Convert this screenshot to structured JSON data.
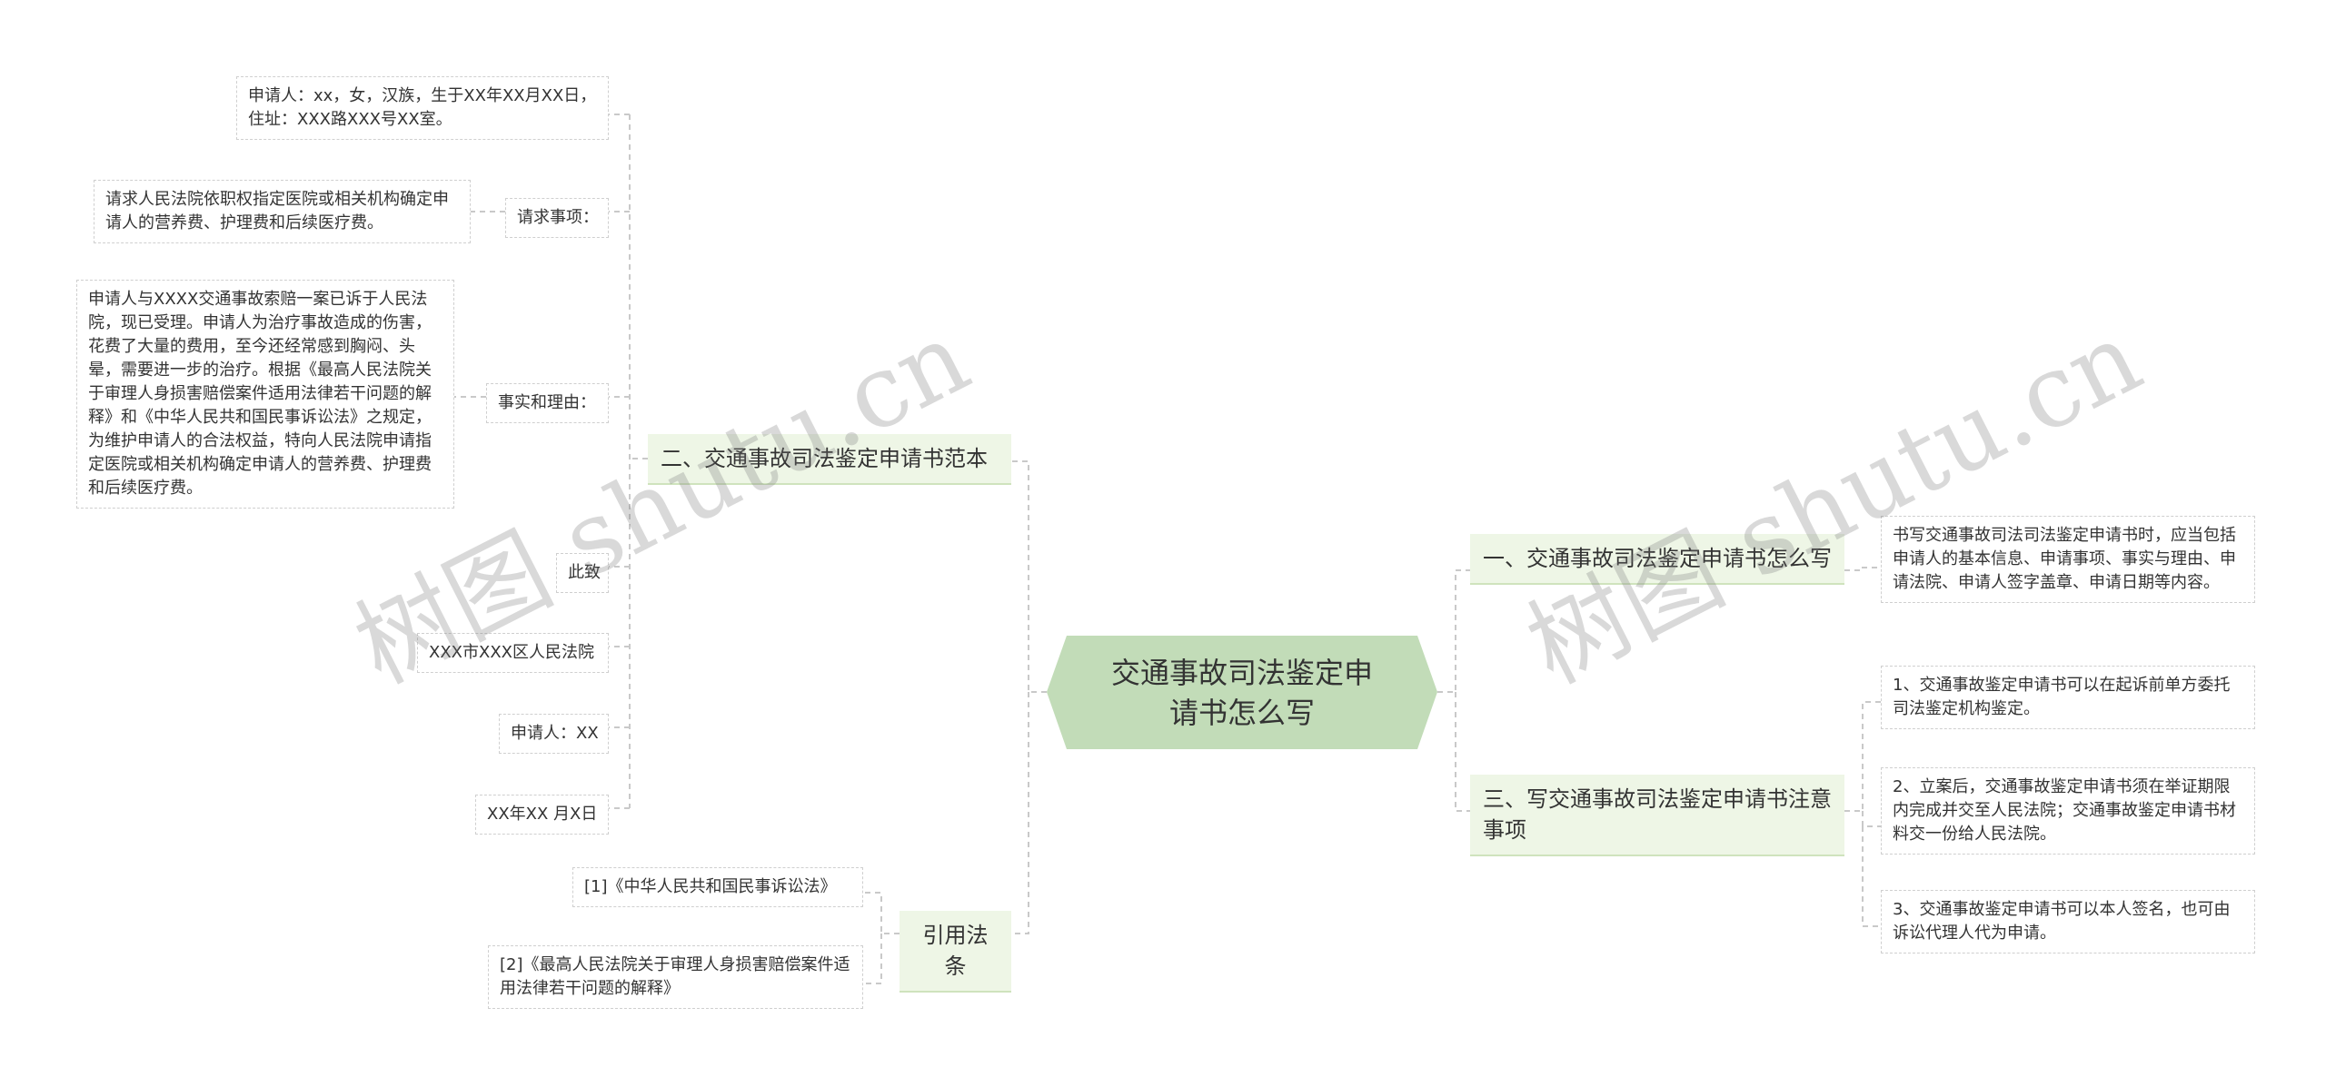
{
  "watermark": "树图 shutu.cn",
  "root": "交通事故司法鉴定申请书怎么写",
  "left": {
    "branch_sample": "二、交通事故司法鉴定申请书范本",
    "sample_items": {
      "applicant_info": "申请人：xx，女，汉族，生于XX年XX月XX日，住址：XXX路XXX号XX室。",
      "request_label": "请求事项：",
      "request_text": "请求人民法院依职权指定医院或相关机构确定申请人的营养费、护理费和后续医疗费。",
      "facts_label": "事实和理由：",
      "facts_text": "申请人与XXXX交通事故索赔一案已诉于人民法院，现已受理。申请人为治疗事故造成的伤害，花费了大量的费用，至今还经常感到胸闷、头晕，需要进一步的治疗。根据《最高人民法院关于审理人身损害赔偿案件适用法律若干问题的解释》和《中华人民共和国民事诉讼法》之规定，为维护申请人的合法权益，特向人民法院申请指定医院或相关机构确定申请人的营养费、护理费和后续医疗费。",
      "salute": "此致",
      "court": "XXX市XXX区人民法院",
      "signer": "申请人：XX",
      "date": "XX年XX 月X日"
    },
    "branch_law": "引用法条",
    "laws": [
      "[1]《中华人民共和国民事诉讼法》",
      "[2]《最高人民法院关于审理人身损害赔偿案件适用法律若干问题的解释》"
    ]
  },
  "right": {
    "branch_how": "一、交通事故司法鉴定申请书怎么写",
    "how_text": "书写交通事故司法司法鉴定申请书时，应当包括申请人的基本信息、申请事项、事实与理由、申请法院、申请人签字盖章、申请日期等内容。",
    "branch_notes": "三、写交通事故司法鉴定申请书注意事项",
    "notes": [
      "1、交通事故鉴定申请书可以在起诉前单方委托司法鉴定机构鉴定。",
      "2、立案后，交通事故鉴定申请书须在举证期限内完成并交至人民法院；交通事故鉴定申请书材料交一份给人民法院。",
      "3、交通事故鉴定申请书可以本人签名，也可由诉讼代理人代为申请。"
    ]
  },
  "colors": {
    "root_fill": "#c2dcb8",
    "branch_fill": "#eef6e6",
    "line": "#c9c9c9"
  }
}
